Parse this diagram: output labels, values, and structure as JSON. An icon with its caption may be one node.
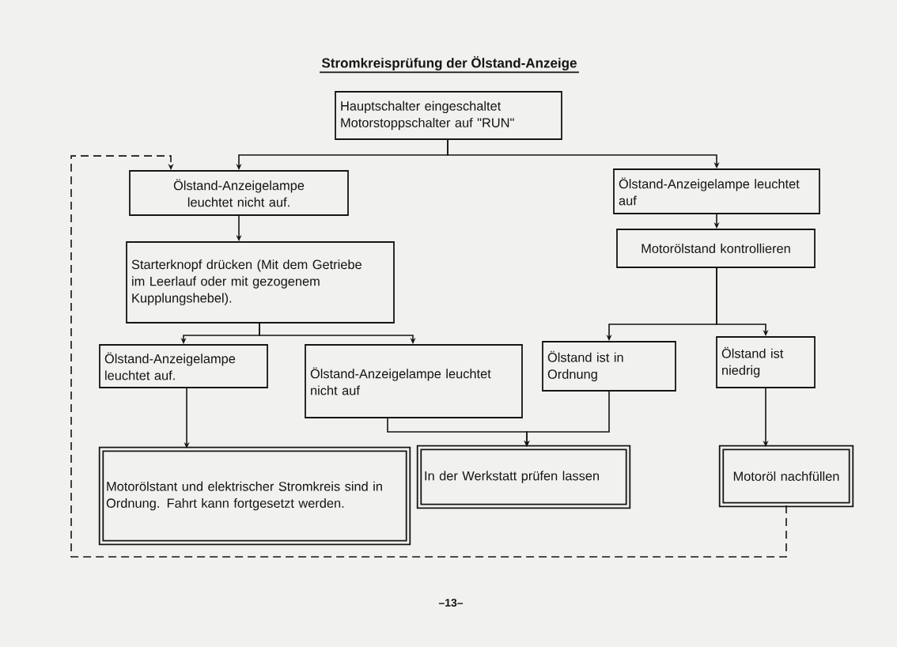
{
  "diagram": {
    "title": "Stromkreisprüfung der Ölstand-Anzeige",
    "nodes": [
      {
        "text": [
          "Hauptschalter eingeschaltet",
          "Motorstoppschalter auf \"RUN\""
        ]
      },
      {
        "text": [
          "Ölstand-Anzeigelampe leuchtet nicht auf."
        ]
      },
      {
        "text": [
          "Ölstand-Anzeigelampe leuchtet auf"
        ]
      },
      {
        "text": [
          "Starterknopf drücken (Mit dem Getriebe im Leerlauf oder mit gezogenem Kupplungshebel)."
        ]
      },
      {
        "text": [
          "Motorölstand kontrollieren"
        ]
      },
      {
        "text": [
          "Ölstand-Anzeigelampe leuchtet auf."
        ]
      },
      {
        "text": [
          "Ölstand-Anzeigelampe leuchtet nicht auf"
        ]
      },
      {
        "text": [
          "Ölstand ist in Ordnung"
        ]
      },
      {
        "text": [
          "Ölstand ist niedrig"
        ]
      },
      {
        "text": [
          "Motorölstant und elektrischer Stromkreis sind in Ordnung. Fahrt kann fortgesetzt werden."
        ]
      },
      {
        "text": [
          "In der Werkstatt prüfen lassen"
        ]
      },
      {
        "text": [
          "Motoröl nachfüllen"
        ]
      }
    ],
    "edges": [
      {
        "from": 0,
        "to": 1,
        "arrow": "to"
      },
      {
        "from": 0,
        "to": 2,
        "arrow": "to"
      },
      {
        "from": 1,
        "to": 3,
        "arrow": "to"
      },
      {
        "from": 2,
        "to": 4,
        "arrow": "to"
      },
      {
        "from": 3,
        "to": 5,
        "arrow": "to"
      },
      {
        "from": 3,
        "to": 6,
        "arrow": "to"
      },
      {
        "from": 4,
        "to": 7,
        "arrow": "to"
      },
      {
        "from": 4,
        "to": 8,
        "arrow": "to"
      },
      {
        "from": 5,
        "to": 9,
        "arrow": "to"
      },
      {
        "from": 6,
        "to": 10,
        "arrow": "to"
      },
      {
        "from": 7,
        "to": 10,
        "arrow": "to"
      },
      {
        "from": 8,
        "to": 11,
        "arrow": "to"
      },
      {
        "from": 11,
        "to": 1,
        "arrow": "to",
        "style": "dashed"
      }
    ],
    "labels": [
      "–13–"
    ]
  }
}
